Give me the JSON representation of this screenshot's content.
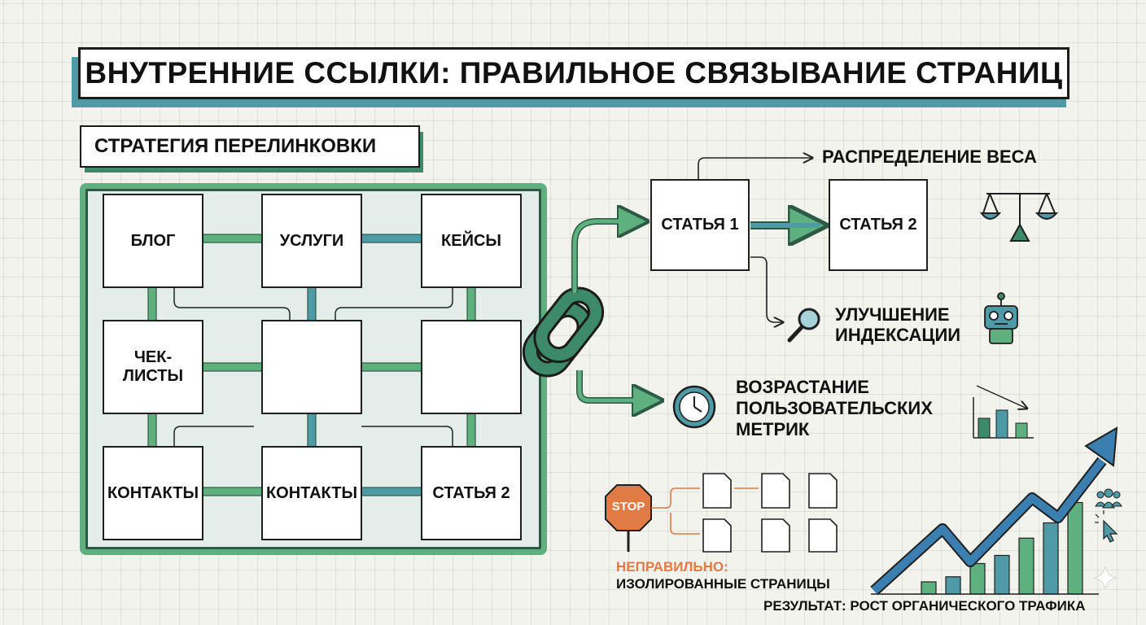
{
  "title": "ВНУТРЕННИЕ ССЫЛКИ: ПРАВИЛЬНОЕ СВЯЗЫВАНИЕ СТРАНИЦ",
  "subtitle": "СТРАТЕГИЯ ПЕРЕЛИНКОВКИ",
  "grid_nodes": {
    "blog": "БЛОГ",
    "services": "УСЛУГИ",
    "cases": "КЕЙСЫ",
    "checklists": "ЧЕК-ЛИСТЫ",
    "center": "",
    "right_mid": "",
    "contacts_left": "КОНТАКТЫ",
    "contacts_mid": "КОНТАКТЫ",
    "article2": "СТАТЬЯ 2"
  },
  "flow": {
    "article1": "СТАТЬЯ 1",
    "article2": "СТАТЬЯ 2",
    "weight_distribution": "РАСПРЕДЕЛЕНИЕ ВЕСА",
    "indexing_line1": "УЛУЧШЕНИЕ",
    "indexing_line2": "ИНДЕКСАЦИИ",
    "metrics_line1": "ВОЗРАСТАНИЕ",
    "metrics_line2": "ПОЛЬЗОВАТЕЛЬСКИХ",
    "metrics_line3": "МЕТРИК"
  },
  "wrong": {
    "stop_sign": "STOP",
    "label": "НЕПРАВИЛЬНО:",
    "description": "ИЗОЛИРОВАННЫЕ СТРАНИЦЫ"
  },
  "result": {
    "label": "РЕЗУЛЬТАТ: РОСТ ОРГАНИЧЕСКОГО ТРАФИКА",
    "bar_levels": [
      0.12,
      0.17,
      0.3,
      0.38,
      0.55,
      0.7,
      0.9
    ]
  },
  "icons": {
    "link": "chain-link-icon",
    "scales": "scales-icon",
    "magnifier": "magnifier-icon",
    "robot": "robot-icon",
    "clock": "clock-icon",
    "declining_chart": "declining-chart-icon",
    "users": "users-icon",
    "cursor": "cursor-icon",
    "document": "document-icon"
  },
  "colors": {
    "green": "#5fb07f",
    "dark_green": "#3d8a6a",
    "teal": "#4e9aa6",
    "blue": "#3b7fb0",
    "orange": "#e07b45"
  }
}
